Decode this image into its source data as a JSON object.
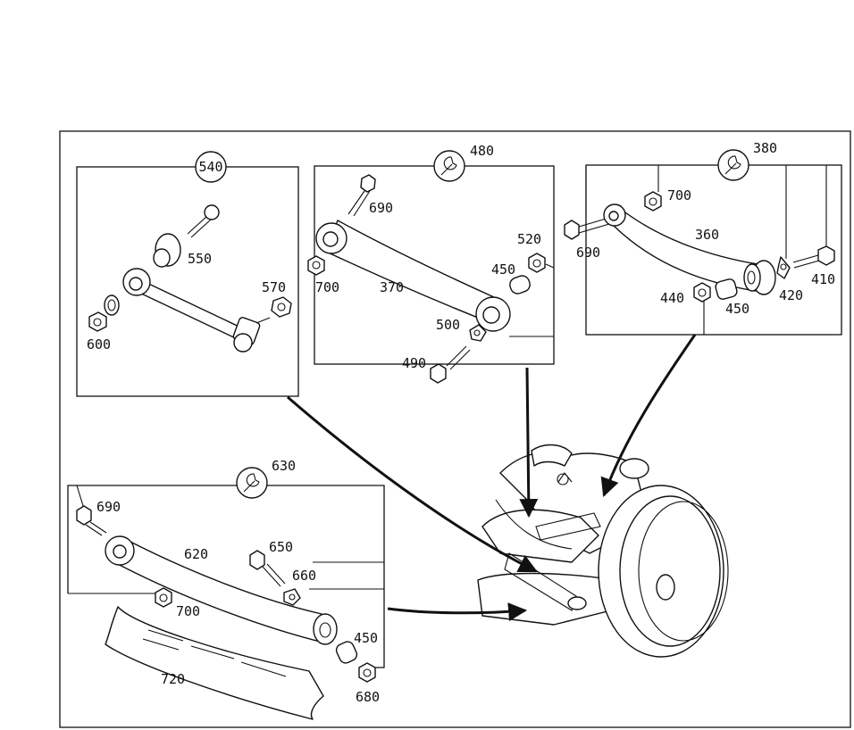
{
  "callouts": {
    "g540": "540",
    "p550": "550",
    "p570": "570",
    "p600": "600",
    "g480": "480",
    "p690a": "690",
    "p520": "520",
    "p450a": "450",
    "p700a": "700",
    "p370": "370",
    "p500": "500",
    "p490": "490",
    "g380": "380",
    "p700b": "700",
    "p360": "360",
    "p690b": "690",
    "p410": "410",
    "p440": "440",
    "p450b": "450",
    "p420": "420",
    "g630": "630",
    "p690c": "690",
    "p620": "620",
    "p650": "650",
    "p660": "660",
    "p700c": "700",
    "p450c": "450",
    "p680": "680",
    "p720": "720"
  },
  "icons": {
    "group_symbol": "circle",
    "wrench": "wrench-icon",
    "arrow": "arrowhead-icon"
  },
  "colors": {
    "line": "#111111",
    "background": "#ffffff"
  }
}
